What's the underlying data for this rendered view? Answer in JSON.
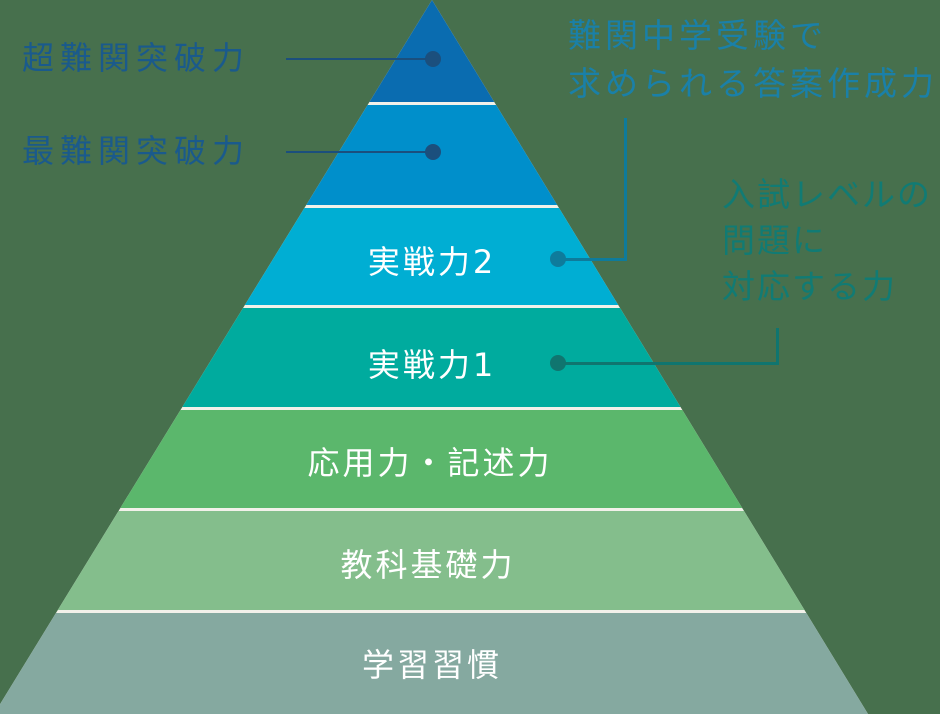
{
  "background_color": "#47704D",
  "pyramid": {
    "divider_color": "#F2F1EA",
    "label_color": "#FFFFFF",
    "layers": [
      {
        "label": "",
        "color": "#0A6CB0"
      },
      {
        "label": "",
        "color": "#008FCB"
      },
      {
        "label": "実戦力2",
        "color": "#00AED3"
      },
      {
        "label": "実戦力1",
        "color": "#00AB9E"
      },
      {
        "label": "応用力・記述力",
        "color": "#5BB76C"
      },
      {
        "label": "教科基礎力",
        "color": "#84BE8C"
      },
      {
        "label": "学習習慣",
        "color": "#85A9A0"
      }
    ]
  },
  "left_annotations": {
    "text_color": "#1A5A8C",
    "connector_color": "#1B4F7D",
    "items": [
      {
        "label": "超難関突破力"
      },
      {
        "label": "最難関突破力"
      }
    ]
  },
  "right_annotations": {
    "items": [
      {
        "label": "難関中学受験で\n求められる答案作成力",
        "text_color": "#1A80A8",
        "connector_color": "#0E7B9B"
      },
      {
        "label": "入試レベルの\n問題に\n対応する力",
        "text_color": "#117B74",
        "connector_color": "#10756F"
      }
    ]
  }
}
